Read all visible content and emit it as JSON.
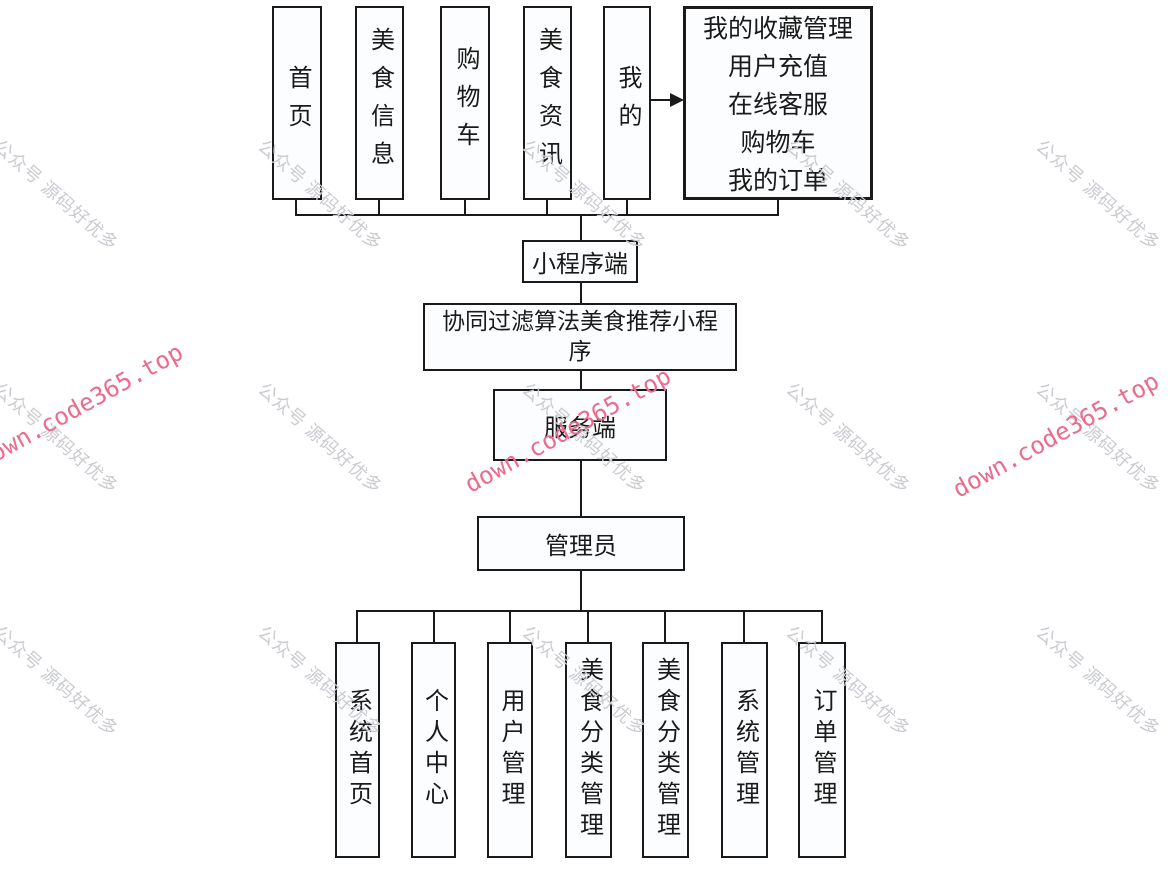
{
  "colors": {
    "ink": "#1a1a1a",
    "box_fill": "#fcfdfe",
    "watermark_gray": "#c9cbd0",
    "watermark_red": "#ec6b8d"
  },
  "client": {
    "side_label": "小程序端",
    "modules": [
      "首页",
      "美食信息",
      "购物车",
      "美食资讯",
      "我的"
    ],
    "mine_submodules": [
      "我的收藏管理",
      "用户充值",
      "在线客服",
      "购物车",
      "我的订单"
    ]
  },
  "system": {
    "title": "协同过滤算法美食推荐小程序",
    "server_label": "服务端",
    "admin_label": "管理员"
  },
  "admin": {
    "modules": [
      "系统首页",
      "个人中心",
      "用户管理",
      "美食分类管理",
      "美食分类管理",
      "系统管理",
      "订单管理"
    ]
  },
  "watermarks": {
    "gray_text": "公众号 源码好优多",
    "red_text": "down.code365.top"
  }
}
